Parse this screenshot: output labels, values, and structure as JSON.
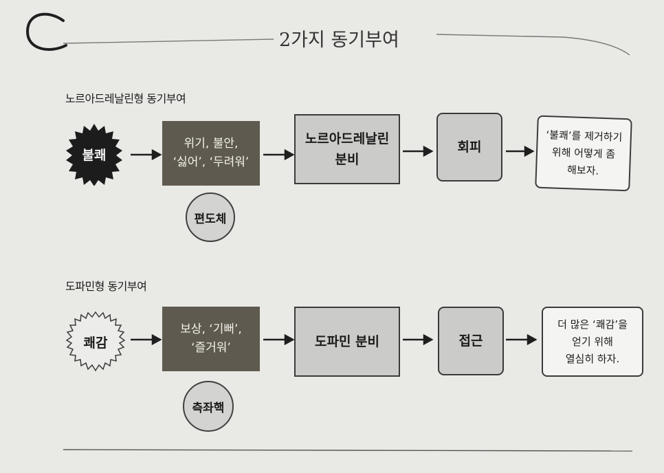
{
  "header": {
    "logo_letter": "C",
    "title": "2가지 동기부여"
  },
  "sections": [
    {
      "label": "노르아드레날린형 동기부여",
      "trigger": "불쾌",
      "emotion": "위기, 불안,\n‘싫어’, ‘두려워’",
      "hormone": "노르아드레날린\n분비",
      "action": "회피",
      "result": "‘불쾌’를 제거하기\n위해 어떻게 좀\n해보자.",
      "brain_region": "편도체"
    },
    {
      "label": "도파민형 동기부여",
      "trigger": "쾌감",
      "emotion": "보상, ‘기뻐’,\n‘즐거워’",
      "hormone": "도파민 분비",
      "action": "접근",
      "result": "더 많은 ‘쾌감’을\n얻기 위해\n열심히 하자.",
      "brain_region": "측좌핵"
    }
  ]
}
